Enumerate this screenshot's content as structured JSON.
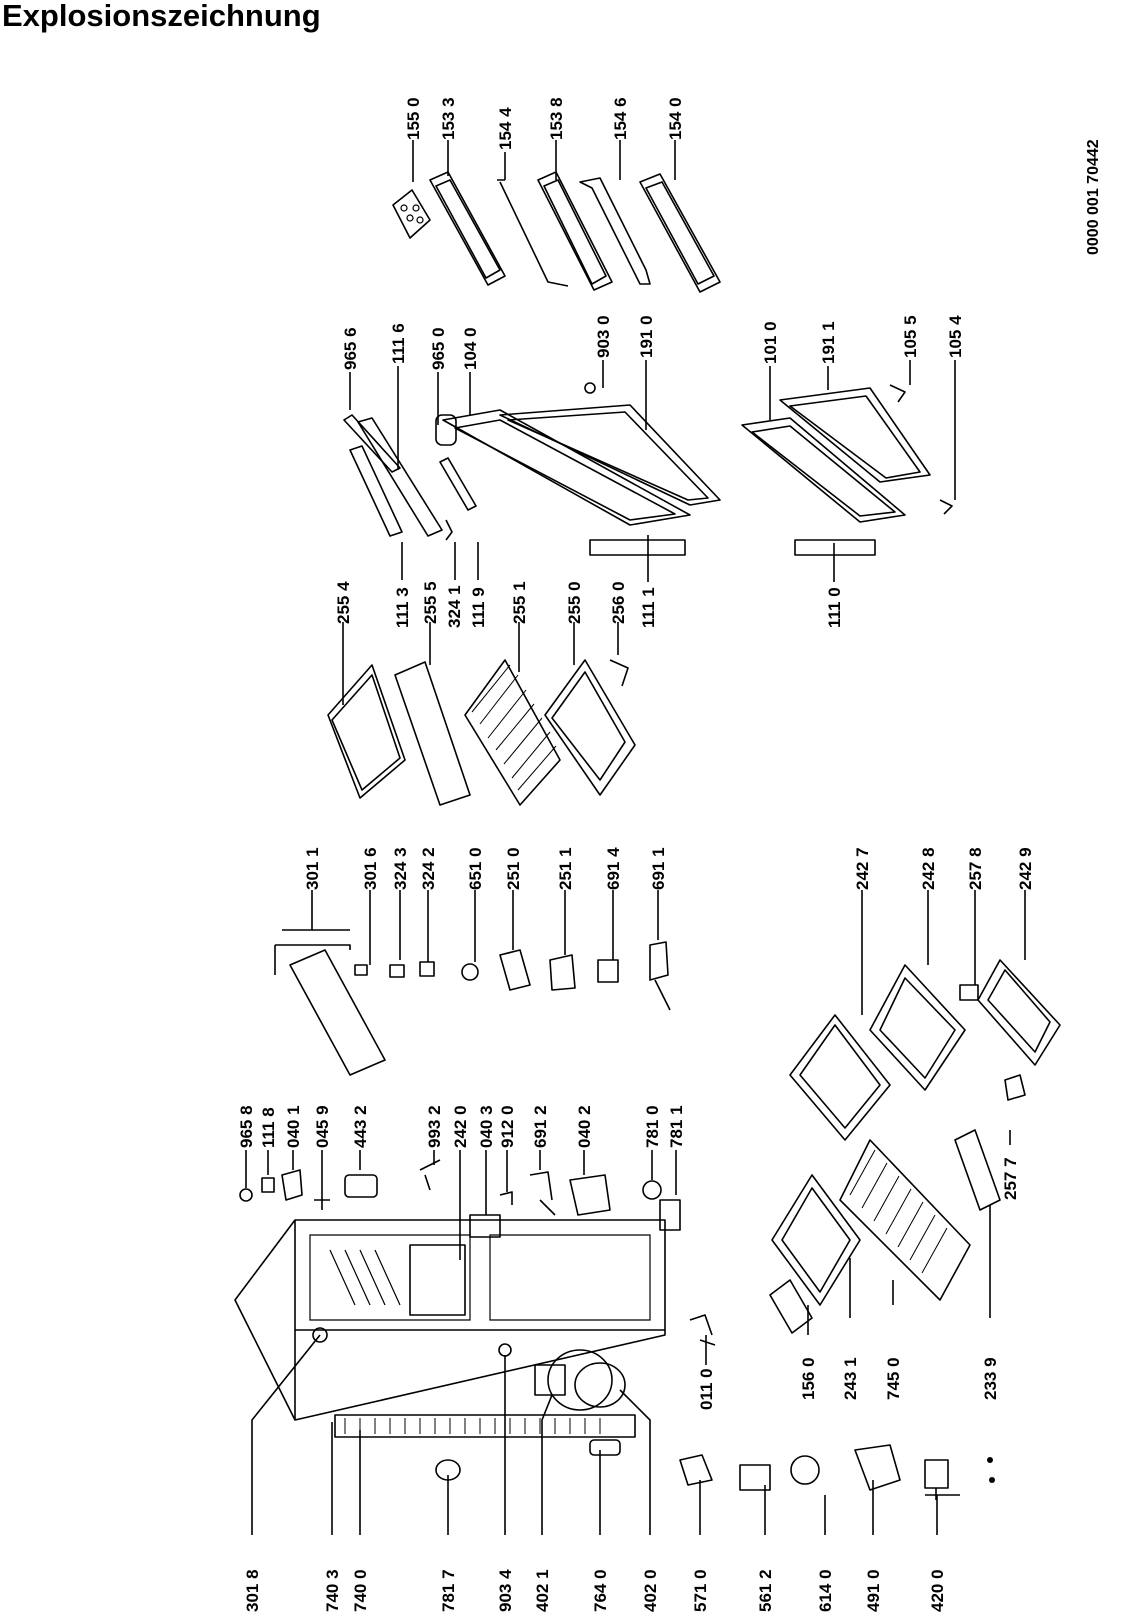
{
  "title": "Explosionszeichnung",
  "doc_number": "0000  001 70442",
  "labels": [
    "155 0",
    "153 3",
    "154 4",
    "153 8",
    "154 6",
    "154 0",
    "965 6",
    "111 6",
    "965 0",
    "104 0",
    "903 0",
    "191 0",
    "101 0",
    "191 1",
    "105 5",
    "105 4",
    "255 4",
    "111 3",
    "255 5",
    "324 1",
    "111 9",
    "255 1",
    "255 0",
    "256 0",
    "111 1",
    "111 0",
    "301 1",
    "301 6",
    "324 3",
    "324 2",
    "651 0",
    "251 0",
    "251 1",
    "691 4",
    "691 1",
    "242 7",
    "242 8",
    "257 8",
    "242 9",
    "965 8",
    "111 8",
    "040 1",
    "045 9",
    "443 2",
    "993 2",
    "242 0",
    "040 3",
    "912 0",
    "691 2",
    "040 2",
    "781 0",
    "781 1",
    "011 0",
    "257 7",
    "156 0",
    "243 1",
    "745 0",
    "233 9",
    "301 8",
    "740 3",
    "740 0",
    "781 7",
    "903 4",
    "402 1",
    "764 0",
    "402 0",
    "571 0",
    "561 2",
    "614 0",
    "491 0",
    "420 0"
  ]
}
